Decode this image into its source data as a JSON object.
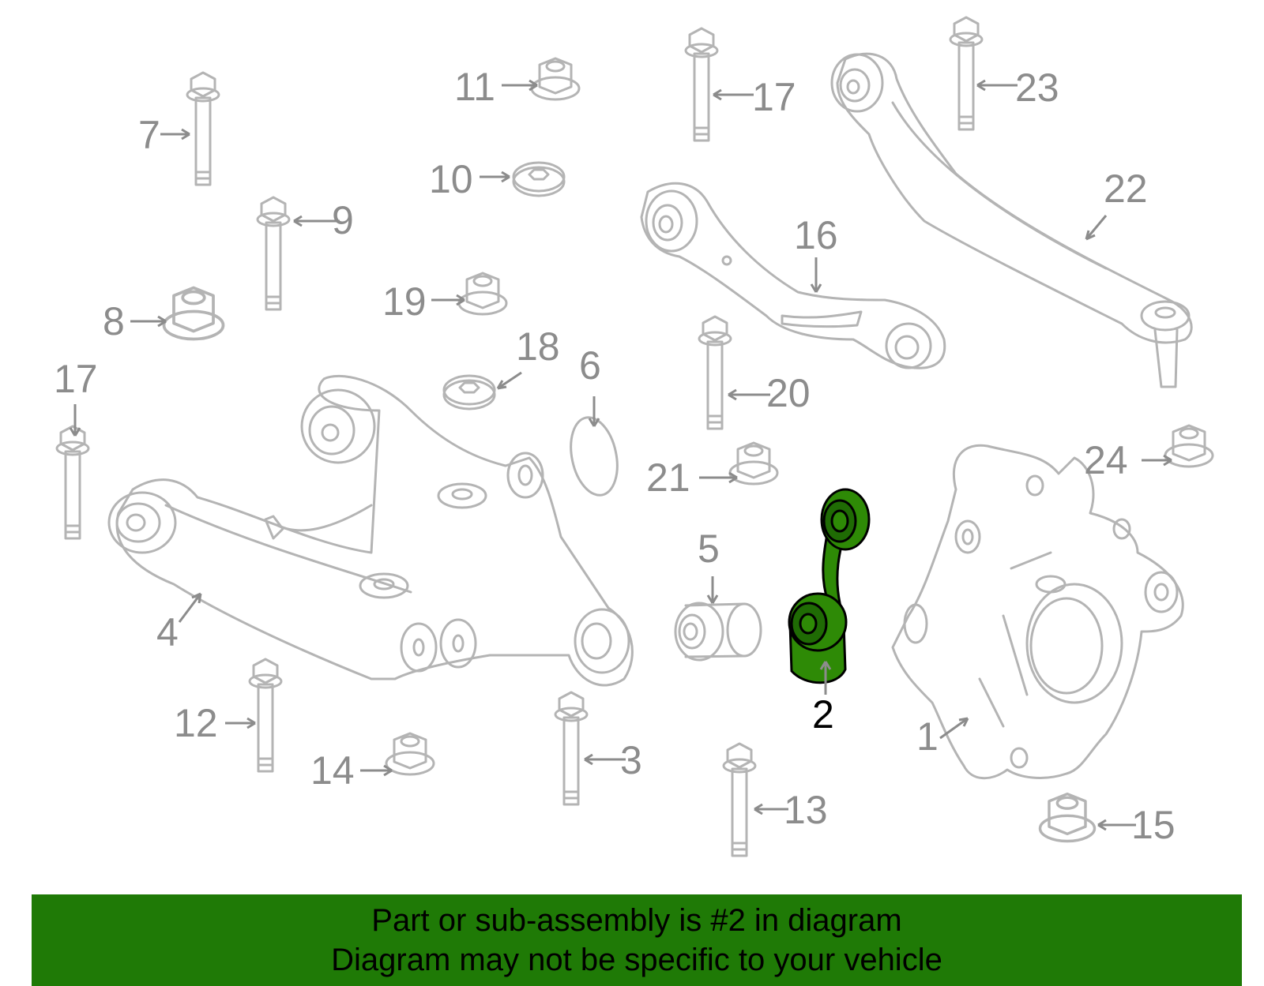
{
  "colors": {
    "part_stroke": "#b4b4b4",
    "label": "#8c8c8c",
    "highlight": "#2e8a06",
    "banner": "#1f7a06"
  },
  "callouts": {
    "c1": "1",
    "c2": "2",
    "c3": "3",
    "c4": "4",
    "c5": "5",
    "c6": "6",
    "c7": "7",
    "c8": "8",
    "c9": "9",
    "c10": "10",
    "c11": "11",
    "c12": "12",
    "c13": "13",
    "c14": "14",
    "c15": "15",
    "c16": "16",
    "c17a": "17",
    "c17b": "17",
    "c18": "18",
    "c19": "19",
    "c20": "20",
    "c21": "21",
    "c22": "22",
    "c23": "23",
    "c24": "24"
  },
  "highlighted_part": "2",
  "banner": {
    "line1": "Part or sub-assembly is #2 in diagram",
    "line2": "Diagram may not be specific to your vehicle"
  }
}
